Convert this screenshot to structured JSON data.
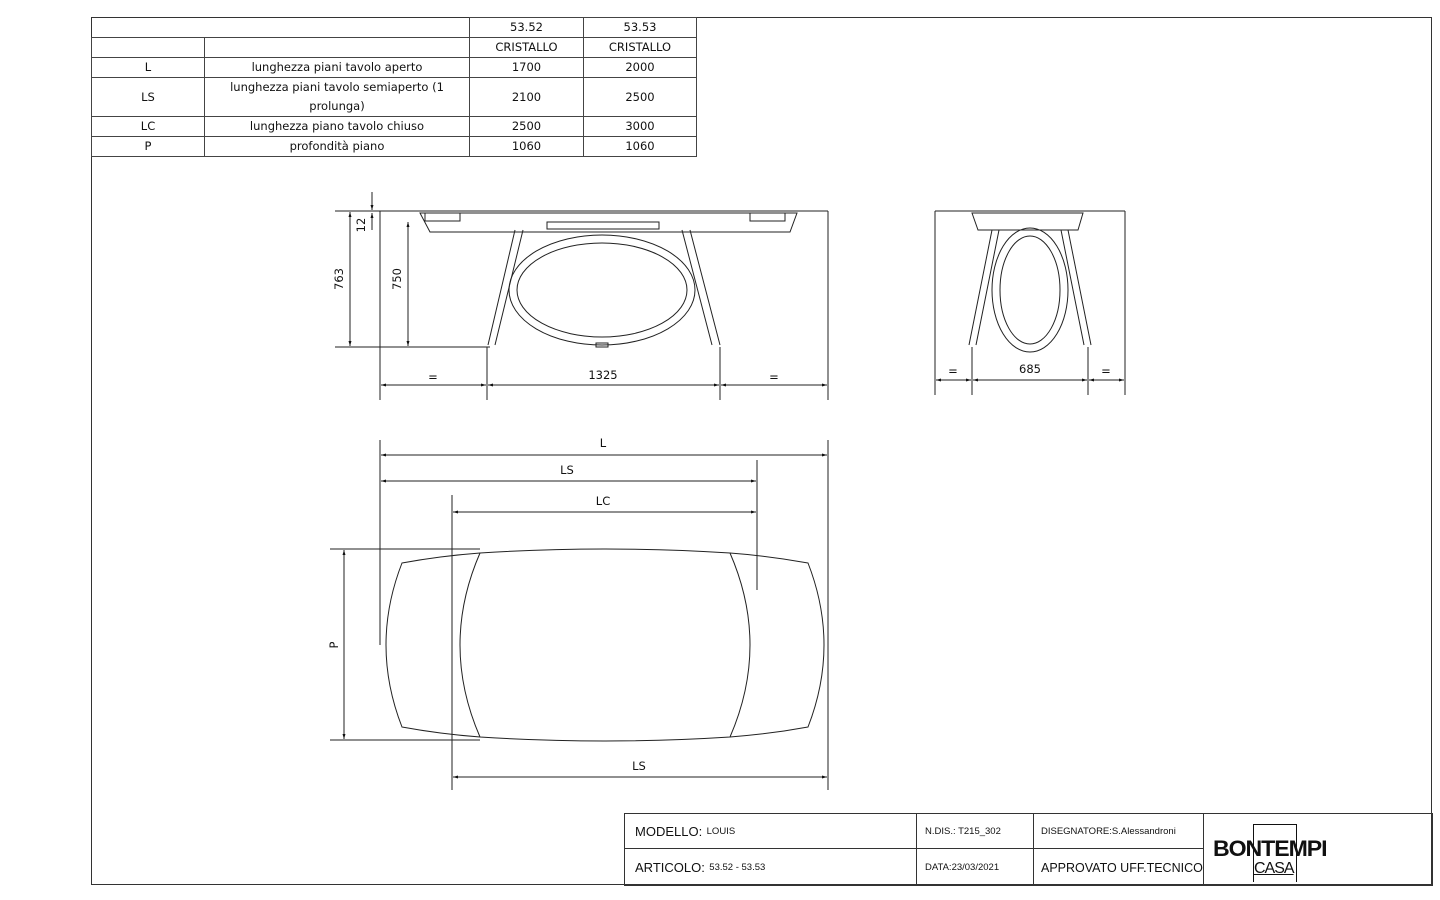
{
  "spec_table": {
    "columns": [
      "53.52",
      "53.53"
    ],
    "materials": [
      "CRISTALLO",
      "CRISTALLO"
    ],
    "rows": [
      {
        "code": "L",
        "description": "lunghezza piani tavolo aperto",
        "values": [
          "1700",
          "2000"
        ]
      },
      {
        "code": "LS",
        "description": "lunghezza piani tavolo semiaperto (1 prolunga)",
        "values": [
          "2100",
          "2500"
        ]
      },
      {
        "code": "LC",
        "description": "lunghezza piano tavolo chiuso",
        "values": [
          "2500",
          "3000"
        ]
      },
      {
        "code": "P",
        "description": "profondità piano",
        "values": [
          "1060",
          "1060"
        ]
      }
    ]
  },
  "front_view": {
    "dim_total_height": "763",
    "dim_leg_height": "750",
    "dim_top_thickness": "12",
    "dim_leg_span": "1325",
    "dim_equal_left": "=",
    "dim_equal_right": "="
  },
  "side_view": {
    "dim_leg_span": "685",
    "dim_equal_left": "=",
    "dim_equal_right": "="
  },
  "plan_view": {
    "dim_L": "L",
    "dim_LS": "LS",
    "dim_LC": "LC",
    "dim_P": "P",
    "dim_LS_bottom": "LS"
  },
  "title_block": {
    "modello_label": "MODELLO:",
    "modello_value": "LOUIS",
    "articolo_label": "ARTICOLO:",
    "articolo_value": "53.52 - 53.53",
    "drawing_number": "N.DIS.: T215_302",
    "date": "DATA:23/03/2021",
    "designer": "DISEGNATORE:S.Alessandroni",
    "approval": "APPROVATO UFF.TECNICO",
    "logo_brand": "BONTEMPI",
    "logo_sub": "CASA"
  }
}
